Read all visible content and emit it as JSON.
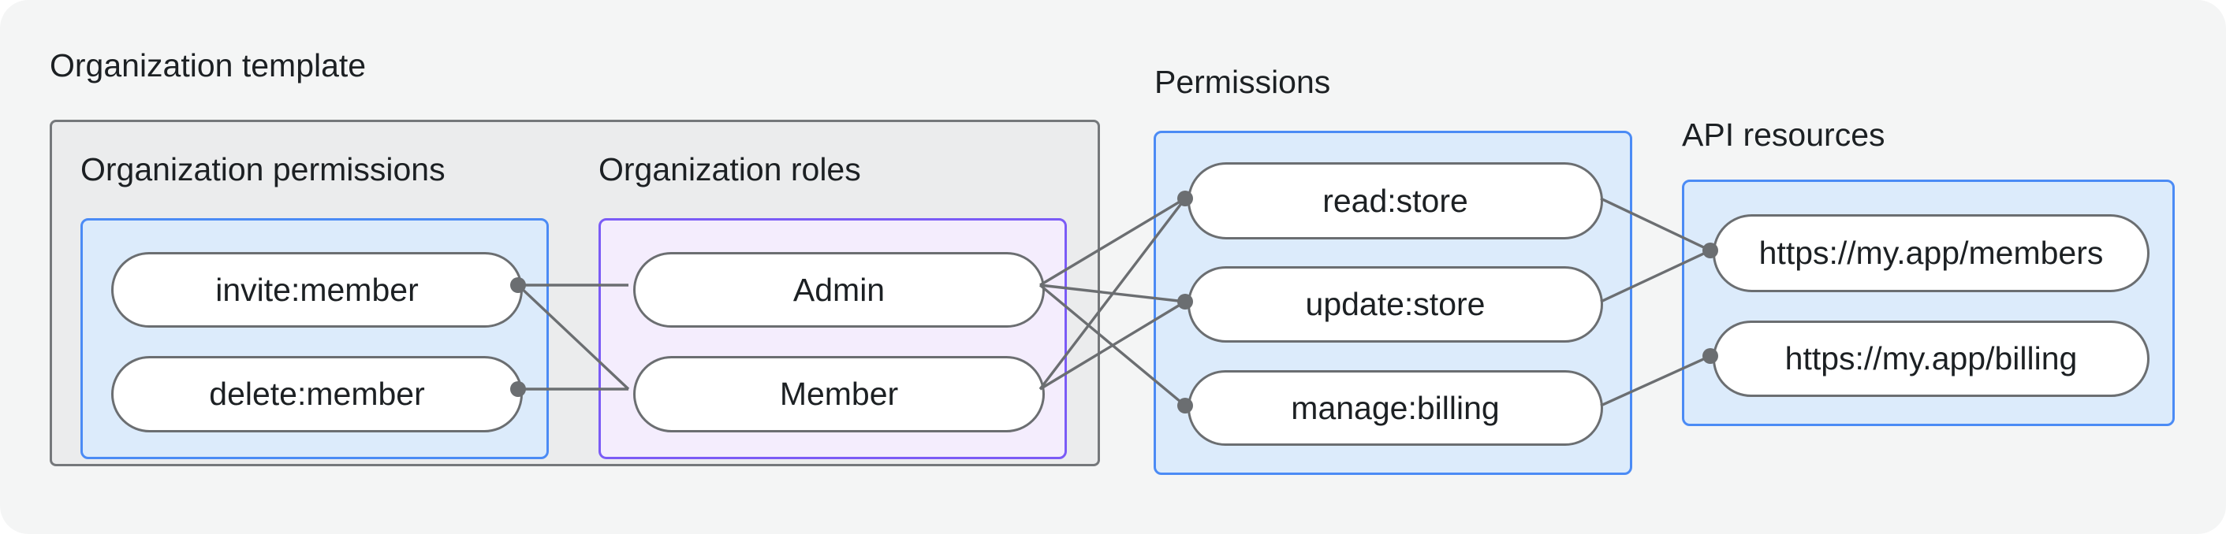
{
  "groups": {
    "org_template": {
      "label": "Organization template"
    },
    "org_permissions": {
      "label": "Organization permissions",
      "nodes": [
        "invite:member",
        "delete:member"
      ]
    },
    "org_roles": {
      "label": "Organization roles",
      "nodes": [
        "Admin",
        "Member"
      ]
    },
    "permissions": {
      "label": "Permissions",
      "nodes": [
        "read:store",
        "update:store",
        "manage:billing"
      ]
    },
    "api_resources": {
      "label": "API resources",
      "nodes": [
        "https://my.app/members",
        "https://my.app/billing"
      ]
    }
  },
  "edges": [
    {
      "from": "invite:member",
      "to": "Admin"
    },
    {
      "from": "invite:member",
      "to": "Member"
    },
    {
      "from": "delete:member",
      "to": "Member"
    },
    {
      "from": "Admin",
      "to": "read:store"
    },
    {
      "from": "Admin",
      "to": "update:store"
    },
    {
      "from": "Admin",
      "to": "manage:billing"
    },
    {
      "from": "Member",
      "to": "read:store"
    },
    {
      "from": "Member",
      "to": "update:store"
    },
    {
      "from": "read:store",
      "to": "https://my.app/members"
    },
    {
      "from": "update:store",
      "to": "https://my.app/members"
    },
    {
      "from": "manage:billing",
      "to": "https://my.app/billing"
    }
  ],
  "colors": {
    "canvas_bg": "#f4f5f5",
    "template_bg": "#ebeced",
    "template_border": "#75787b",
    "blue_bg": "#dcebfb",
    "blue_border": "#4b8bf5",
    "purple_bg": "#f4edfd",
    "purple_border": "#7b5bf6",
    "node_bg": "#ffffff",
    "connector": "#6b6e71",
    "text": "#1c2023"
  }
}
